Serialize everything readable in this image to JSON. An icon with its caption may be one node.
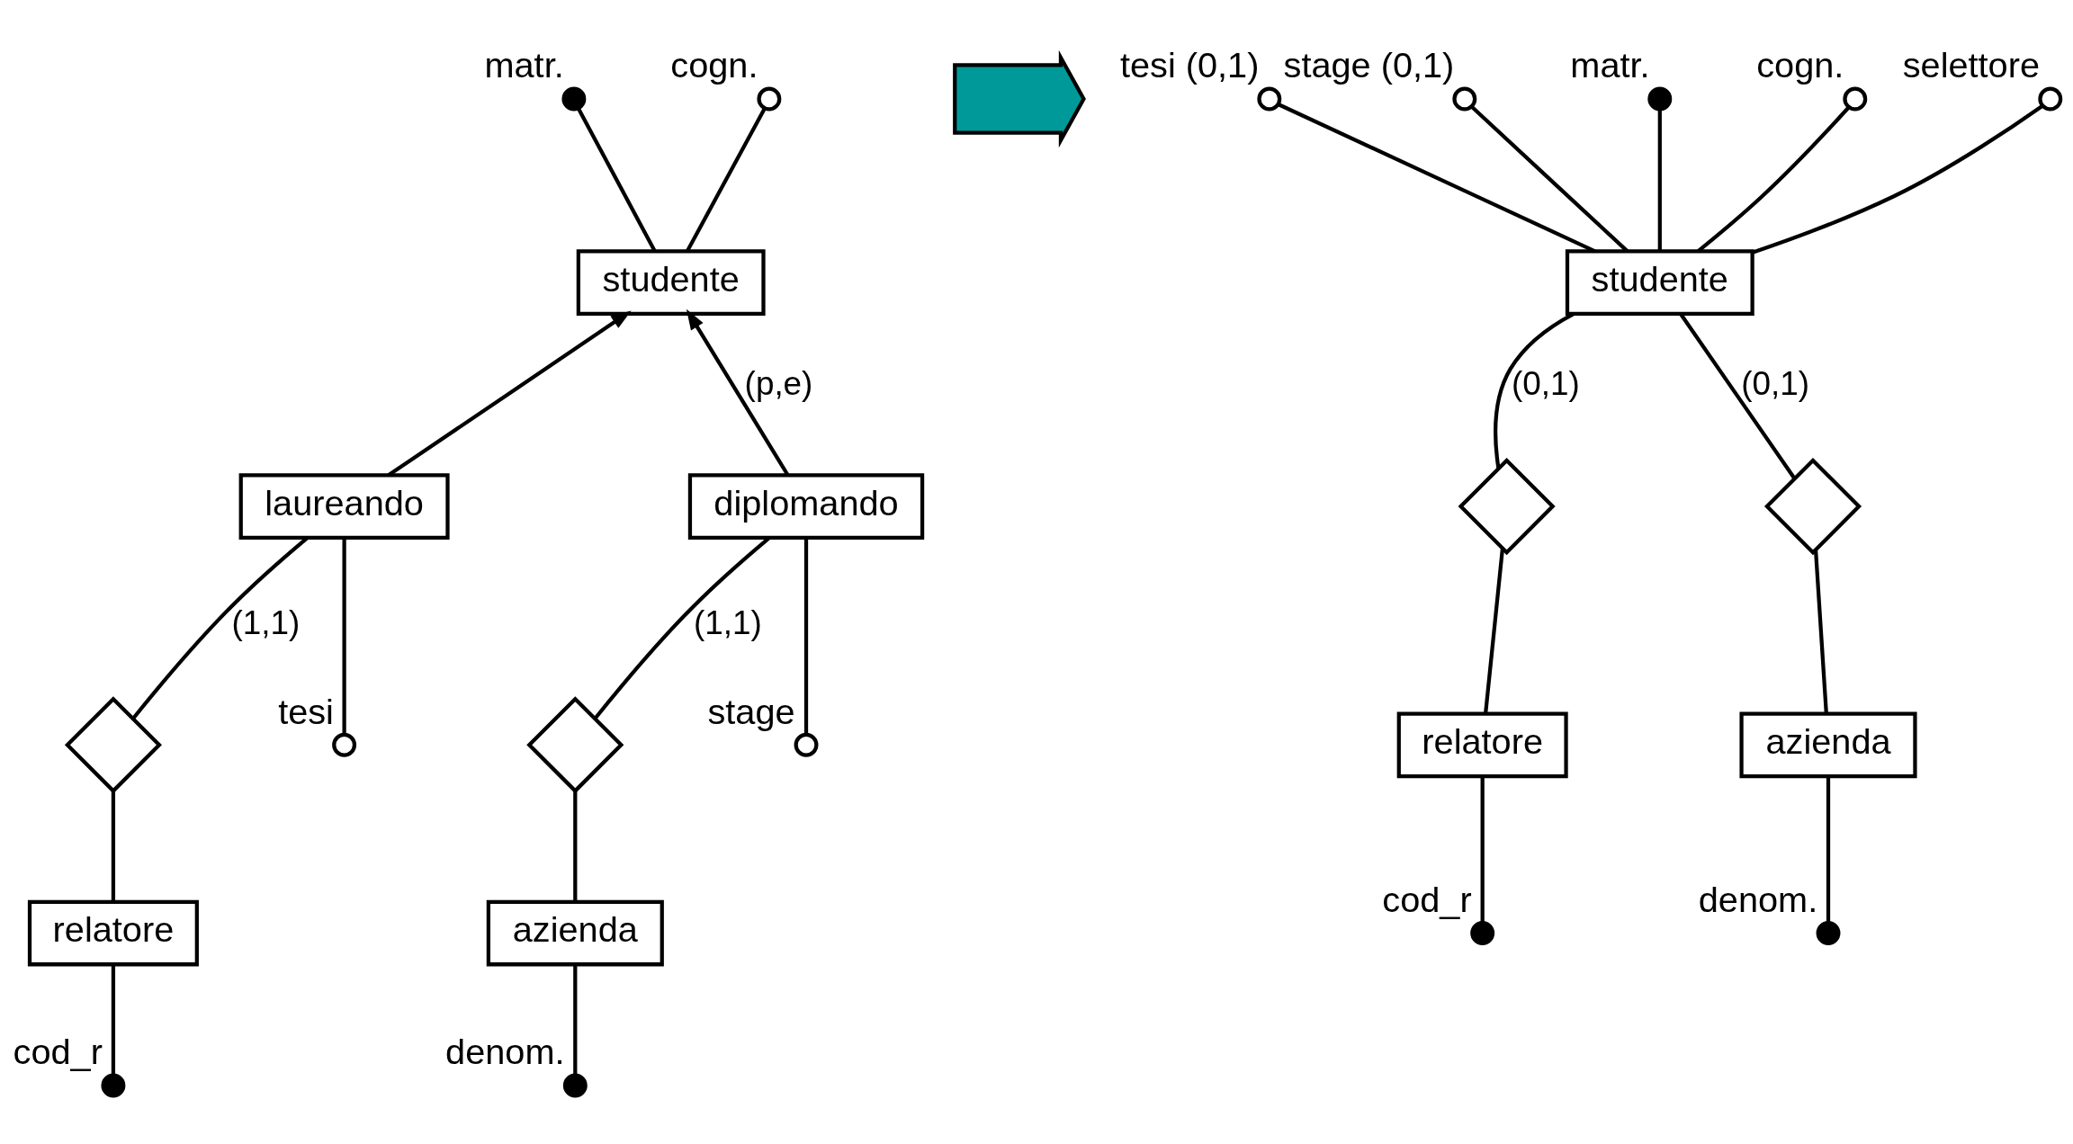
{
  "diagram": {
    "nodes": [
      {
        "text": [
          "studente"
        ]
      },
      {
        "text": [
          "laureando"
        ]
      },
      {
        "text": [
          "diplomando"
        ]
      },
      {
        "text": [
          "relatore"
        ]
      },
      {
        "text": [
          "azienda"
        ]
      },
      {
        "text": [],
        "shape": "diamond"
      },
      {
        "text": [],
        "shape": "diamond"
      },
      {
        "text": [],
        "shape": "dot",
        "beside": [
          "matr."
        ]
      },
      {
        "text": [],
        "shape": "circle",
        "beside": [
          "cogn."
        ]
      },
      {
        "text": [],
        "shape": "circle",
        "beside": [
          "tesi"
        ]
      },
      {
        "text": [],
        "shape": "circle",
        "beside": [
          "stage"
        ]
      },
      {
        "text": [],
        "shape": "dot",
        "beside": [
          "cod_r"
        ]
      },
      {
        "text": [],
        "shape": "dot",
        "beside": [
          "denom."
        ]
      },
      {
        "text": [],
        "shape": "arrow"
      },
      {
        "text": [
          "studente"
        ]
      },
      {
        "text": [
          "relatore"
        ]
      },
      {
        "text": [
          "azienda"
        ]
      },
      {
        "text": [],
        "shape": "diamond"
      },
      {
        "text": [],
        "shape": "diamond"
      },
      {
        "text": [],
        "shape": "circle",
        "beside": [
          "tesi (0,1)"
        ]
      },
      {
        "text": [],
        "shape": "circle",
        "beside": [
          "stage (0,1)"
        ]
      },
      {
        "text": [],
        "shape": "dot",
        "beside": [
          "matr."
        ]
      },
      {
        "text": [],
        "shape": "circle",
        "beside": [
          "cogn."
        ]
      },
      {
        "text": [],
        "shape": "circle",
        "beside": [
          "selettore"
        ]
      },
      {
        "text": [],
        "shape": "dot",
        "beside": [
          "cod_r"
        ]
      },
      {
        "text": [],
        "shape": "dot",
        "beside": [
          "denom."
        ]
      }
    ],
    "edges": [
      {
        "from": 0,
        "to": 7,
        "arrow": "none"
      },
      {
        "from": 0,
        "to": 8,
        "arrow": "none"
      },
      {
        "from": 1,
        "to": 0,
        "arrow": "to"
      },
      {
        "from": 2,
        "to": 0,
        "arrow": "to",
        "label": "(p,e)"
      },
      {
        "from": 1,
        "to": 9,
        "arrow": "none"
      },
      {
        "from": 2,
        "to": 10,
        "arrow": "none"
      },
      {
        "from": 1,
        "to": 5,
        "arrow": "none",
        "label": "(1,1)"
      },
      {
        "from": 5,
        "to": 3,
        "arrow": "none"
      },
      {
        "from": 3,
        "to": 11,
        "arrow": "none"
      },
      {
        "from": 2,
        "to": 6,
        "arrow": "none",
        "label": "(1,1)"
      },
      {
        "from": 6,
        "to": 4,
        "arrow": "none"
      },
      {
        "from": 4,
        "to": 12,
        "arrow": "none"
      },
      {
        "from": 14,
        "to": 19,
        "arrow": "none"
      },
      {
        "from": 14,
        "to": 20,
        "arrow": "none"
      },
      {
        "from": 14,
        "to": 21,
        "arrow": "none"
      },
      {
        "from": 14,
        "to": 22,
        "arrow": "none"
      },
      {
        "from": 14,
        "to": 23,
        "arrow": "none"
      },
      {
        "from": 14,
        "to": 17,
        "arrow": "none",
        "label": "(0,1)"
      },
      {
        "from": 17,
        "to": 15,
        "arrow": "none"
      },
      {
        "from": 15,
        "to": 24,
        "arrow": "none"
      },
      {
        "from": 14,
        "to": 18,
        "arrow": "none",
        "label": "(0,1)"
      },
      {
        "from": 18,
        "to": 16,
        "arrow": "none"
      },
      {
        "from": 16,
        "to": 25,
        "arrow": "none"
      }
    ]
  }
}
